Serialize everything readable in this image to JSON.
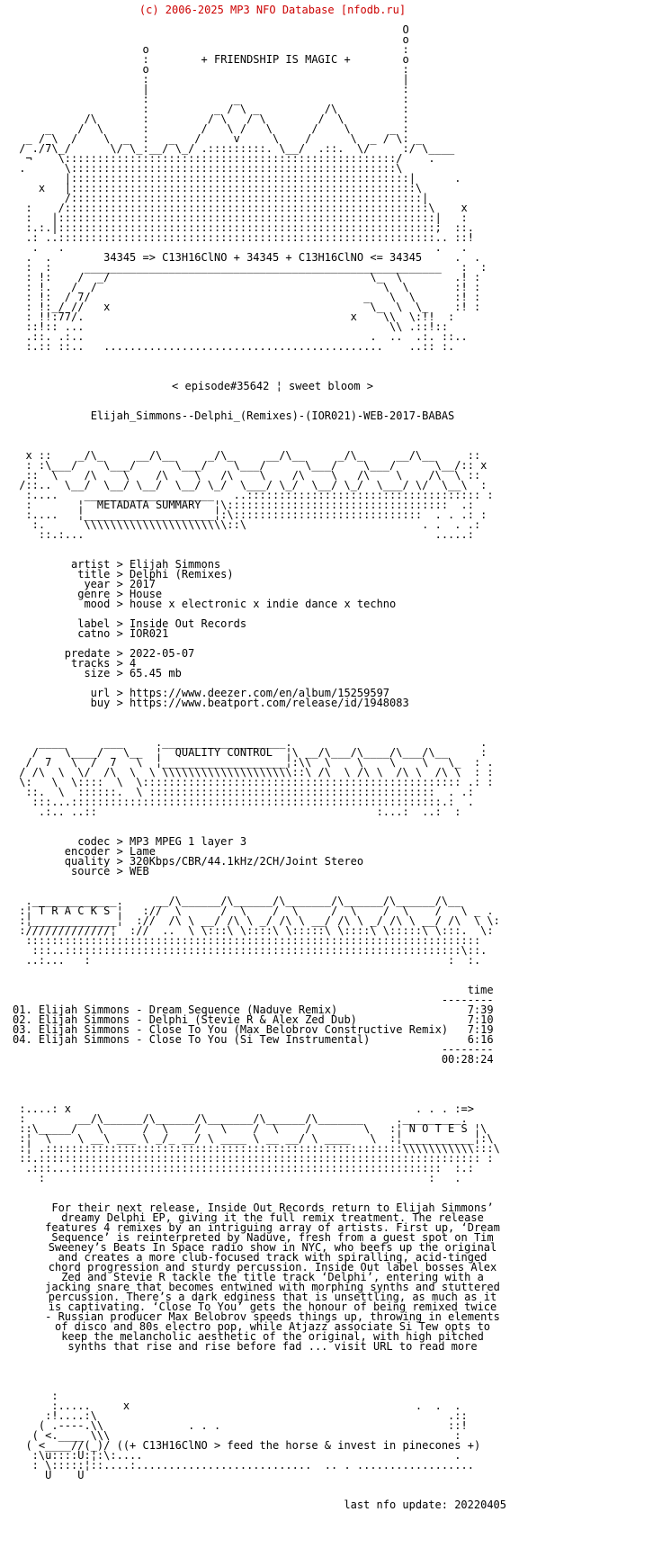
{
  "colors": {
    "copyright_red": "#cc0000",
    "text": "#000000",
    "background": "#ffffff"
  },
  "ui": {
    "kv_separator": ">"
  },
  "header": {
    "copyright": "(c) 2006-2025 MP3 NFO Database [nfodb.ru]"
  },
  "release": {
    "episode_line": "< episode#35642 ¦ sweet bloom >",
    "name": "Elijah_Simmons--Delphi_(Remixes)-(IOR021)-WEB-2017-BABAS",
    "last_update": "last nfo update: 20220405"
  },
  "ascii": {
    "header_art": [
      "                                                            O",
      "                                                            o",
      "                    o                                       :",
      "                    :        + FRIENDSHIP IS MAGIC +        o",
      "                    o                                       :",
      "                    :                                       |",
      "                    |                                       :",
      "                    :             _                         :",
      "                    :          _ / \\ _          /\\          :",
      "           /\\       :         / \\   / \\        /  \\         :",
      "     _    /  \\      :        /   \\ /   \\      /    \\      _ :",
      "  _ / \\  /    \\  _  :   _   /     v     \\    /      \\  _ / \\: _",
      " / ./7\\_/      \\/ \\_:__/ \\_/ .:::::::::. \\__/  .::.  \\/     :/ \\____",
      "  ¬    \\:::::::::::::::::::::::::::::::::::::::::::::::::::/    .",
      " .      \\::::::::::::::::::::::::::::::::::::::::::::::::::\\",
      "        |::::::::::::::::::::::::::::::::::::::::::::::::::::|      .",
      "    x   |:::::::::::::::::::::::::::::::::::::::::::::::::::::\\",
      "        /::::::::::::::::::::::::::::::::::::::::::::::::::::::|",
      "  :    /::::::::::::::::::::::::::::::::::::::::::::::::::::::::\\    x",
      "  :   |::::::::::::::::::::::::::::::::::::::::::::::::::::::::::|   :",
      "  :.:.|::::::::::::::::::::::::::::::::::::::::::::::::::::::::::;  ::.",
      "  .: ..::::::::::::::::::::::::::::::::::::::::::::::::::::::::::.. ::!"
    ],
    "formula_art": [
      "   .   .                                                         .   .",
      "  .  .        34345 => C13H16ClNO + 34345 + C13H16ClNO <= 34345     .  .",
      "  :  :     _______________________________________________________   :  :",
      "  : !:    /  _/                                        \\_  \\        .! :",
      "  : !.   /  /                                            \\  \\       :! :",
      "  : !:  / 7/                                          _   \\  \\      :! :",
      "  : !:_/ //   x                                        \\_  \\  \\_    :! :",
      "  : !!:77/.                                         x    \\\\  \\:!!  :",
      "  ::!:: ...                                               \\\\ .::!::",
      "  .::. .:..                                            .  ..  .:. ::..",
      "  :.:: ::..   ...........................................    ..:: :."
    ],
    "metadata_banner": [
      "  x ::    _/\\_     __/\\__     _/\\_     __/\\__     _/\\_     __/\\__     ::",
      "  : :\\___/    \\___/      \\___/    \\___/      \\___/    \\___/      \\__/:: x",
      "  ::  \\    /\\    \\    /\\    \\   /\\    \\    /\\    \\   /\\    \\    /\\  \\ ::",
      " /::..  \\__/  \\__/ \\__/  \\__/ \\_/  \\___/ \\_/  \\__/ \\_/  \\___/ \\/  \\__\\  :",
      "  :....    ____________________   ..:::::::::::::::::::::::::::::::::::: :",
      "  :       ¦  METADATA SUMMARY  ¦\\::::::::::::::::::::::::::::::::::  .:",
      "  :....   ¦____________________¦:\\:::::::::::::::::::::::::::::  . . .: :",
      "   :.      \\\\\\\\\\\\\\\\\\\\\\\\\\\\\\\\\\\\\\\\\\\\::\\                           . .  . .:",
      "    ::.:...                                                      .....:"
    ],
    "quality_banner": [
      "    ____      ___     .___________________.                             .",
      "   /    \\____/   \\__  ¦  QUALITY CONTROL  ¦\\ __/\\___/\\____/\\___/\\__     :",
      "  /  7   \\  /  7   \\  ¦___________________¦:\\\\  \\    \\    \\    \\   \\_  : .",
      " / /\\  \\  \\/  /\\  \\  \\ \\\\\\\\\\\\\\\\\\\\\\\\\\\\\\\\\\\\\\\\::\\ /\\  \\ /\\ \\  /\\ \\  /\\ \\  : :",
      " \\:   \\  \\::::  \\  \\::::::::::::::::::::::::::::::::::::::::::::::::: .: :",
      "  ::.  \\  ::::::.  \\ ::::::::::::::::::::::::::::::::::::::::::::  . .:",
      "   :::...:::::::::::::::::::::::::::::::::::::::::::::::::::::::::.:  .",
      "    .:.. ..::                                           :...:  ..:  :"
    ],
    "tracks_banner": [
      "  ._____________.     __/\\______/\\______/\\_______/\\______/\\______/\\__",
      " :¦ T R A C K S ¦   ://  \\      /  \\    /  \\     /  \\    /  \\    /   \\ _ .",
      " :¦_____________¦  ://  /\\ \\ __/ /\\ \\ _/ /\\ \\ __/ /\\ \\ _/ /\\ \\ __/ /\\  \\ \\:",
      " ://///////////¦  ://  ..  \\ \\:::\\ \\::::\\ \\:::::\\ \\::::\\ \\:::::\\ \\:::.  \\:",
      "  :::::::::::::::::::::::::::::::::::::::::::::::::::::::::::::::::::::: ",
      "   :::..:::::::::::::::::::::::::::::::::::::::::::::::::::::::::::::\\::.",
      "  ..:...   :                                                       :  :."
    ],
    "notes_banner": [
      " :....: x                                                     . . . :=>",
      " :        __/\\______/\\______/\\_______/\\______/\\_______     ._________.",
      " ::\\_____/   \\      /  \\    /   \\    /  \\    /        \\   :¦ N O T E S ¦\\",
      " :¦  \\    \\ __\\ ___ \\ _/_ __/ \\ ____ \\ __ __/ \\ ____   \\  :¦___________¦:\\",
      " :¦ .:::::::::::::::::::::::::::::::::::::::::::::::::::::::\\\\\\\\\\\\\\\\\\\\\\:::\\",
      " ::.:::::::::::::::::::::::::::::::::::::::::::::::::::::::::::::::::::: :",
      "  .:::...:::::::::::::::::::::::::::::::::::::::::::::::::::::::::  :.:",
      "    :                                                           :   ."
    ],
    "footer_art": [
      "      :",
      "      :.....     x                                            .  .  .",
      "     :!....:\\                                                      .::",
      "    ( .----.\\\\             . . .                                   ::!",
      "   ( <.____ \\\\\\                                                     :",
      "  ( <____//(_)/ ((+ C13H16ClNO > feed the horse & invest in pinecones +)",
      "   :\\u::::U:¦:\\:....                                                .",
      "   : \\:::::¦::....:...........................  .. . ..................",
      "     U    U"
    ]
  },
  "metadata": {
    "rows": [
      {
        "key": "artist",
        "value": "Elijah Simmons"
      },
      {
        "key": "title",
        "value": "Delphi (Remixes)"
      },
      {
        "key": "year",
        "value": "2017"
      },
      {
        "key": "genre",
        "value": "House"
      },
      {
        "key": "mood",
        "value": "house x electronic x indie dance x techno"
      },
      {
        "key": "label",
        "value": "Inside Out Records"
      },
      {
        "key": "catno",
        "value": "IOR021"
      },
      {
        "key": "predate",
        "value": "2022-05-07"
      },
      {
        "key": "tracks",
        "value": "4"
      },
      {
        "key": "size",
        "value": "65.45 mb"
      },
      {
        "key": "url",
        "value": "https://www.deezer.com/en/album/15259597"
      },
      {
        "key": "buy",
        "value": "https://www.beatport.com/release/id/1948083"
      }
    ]
  },
  "quality": {
    "rows": [
      {
        "key": "codec",
        "value": "MP3 MPEG 1 layer 3"
      },
      {
        "key": "encoder",
        "value": "Lame"
      },
      {
        "key": "quality",
        "value": "320Kbps/CBR/44.1kHz/2CH/Joint Stereo"
      },
      {
        "key": "source",
        "value": "WEB"
      }
    ]
  },
  "tracks": {
    "time_header": "time",
    "ruler": "--------",
    "total": "00:28:24",
    "items": [
      {
        "title": "01. Elijah Simmons - Dream Sequence (Naduve Remix)",
        "time": "7:39"
      },
      {
        "title": "02. Elijah Simmons - Delphi (Stevie R & Alex Zed Dub)",
        "time": "7:10"
      },
      {
        "title": "03. Elijah Simmons - Close To You (Max Belobrov Constructive Remix)",
        "time": "7:19"
      },
      {
        "title": "04. Elijah Simmons - Close To You (Si Tew Instrumental)",
        "time": "6:16"
      }
    ]
  },
  "notes": {
    "lines": [
      "For their next release, Inside Out Records return to Elijah Simmons’",
      "dreamy Delphi EP, giving it the full remix treatment. The release",
      "features 4 remixes by an intriguing array of artists. First up, ‘Dream",
      "Sequence’ is reinterpreted by Naduve, fresh from a guest spot on Tim",
      "Sweeney’s Beats In Space radio show in NYC, who beefs up the original",
      "and creates a more club-focused track with spiralling, acid-tinged",
      "chord progression and sturdy percussion. Inside Out label bosses Alex",
      "Zed and Stevie R tackle the title track ‘Delphi’, entering with a",
      "jacking snare that becomes entwined with morphing synths and stuttered",
      "percussion. There’s a dark edginess that is unsettling, as much as it",
      "is captivating. ‘Close To You’ gets the honour of being remixed twice",
      "- Russian producer Max Belobrov speeds things up, throwing in elements",
      "of disco and 80s electro pop, while Atjazz associate Si Tew opts to",
      "keep the melancholic aesthetic of the original, with high pitched",
      "synths that rise and rise before fad ... visit URL to read more"
    ]
  }
}
